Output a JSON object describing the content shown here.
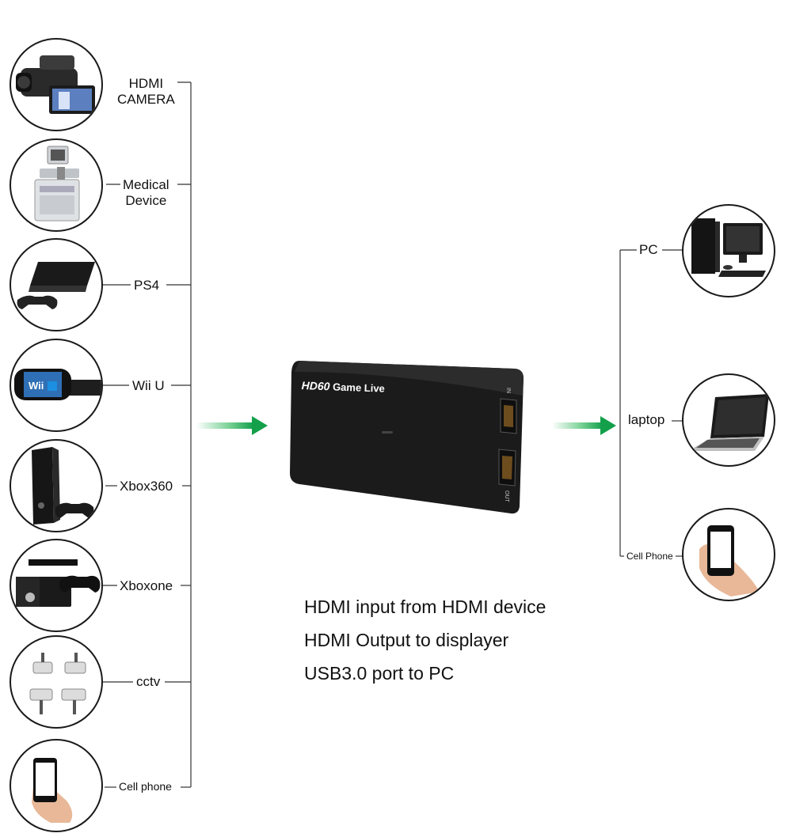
{
  "inputs": [
    {
      "label": "HDMI\nCAMERA",
      "icon": "camcorder-icon"
    },
    {
      "label": "Medical\nDevice",
      "icon": "ultrasound-machine-icon"
    },
    {
      "label": "PS4",
      "icon": "ps4-console-icon"
    },
    {
      "label": "Wii U",
      "icon": "wii-u-console-icon"
    },
    {
      "label": "Xbox360",
      "icon": "xbox360-console-icon"
    },
    {
      "label": "Xboxone",
      "icon": "xbox-one-console-icon"
    },
    {
      "label": "cctv",
      "icon": "cctv-cameras-icon"
    },
    {
      "label": "Cell phone",
      "icon": "cell-phone-in-hand-icon"
    }
  ],
  "outputs": [
    {
      "label": "PC",
      "icon": "desktop-pc-icon"
    },
    {
      "label": "laptop",
      "icon": "laptop-icon"
    },
    {
      "label": "Cell Phone",
      "icon": "cell-phone-in-hand-icon"
    }
  ],
  "device": {
    "brand": "HD60",
    "model": "Game Live",
    "port_in": "IN",
    "port_out": "OUT",
    "icon": "capture-card-icon"
  },
  "features": [
    "HDMI input from HDMI device",
    "HDMI Output to displayer",
    "USB3.0 port to PC"
  ],
  "colors": {
    "arrow_green": "#14a04a",
    "line": "#333333",
    "device_body": "#1b1b1b"
  }
}
